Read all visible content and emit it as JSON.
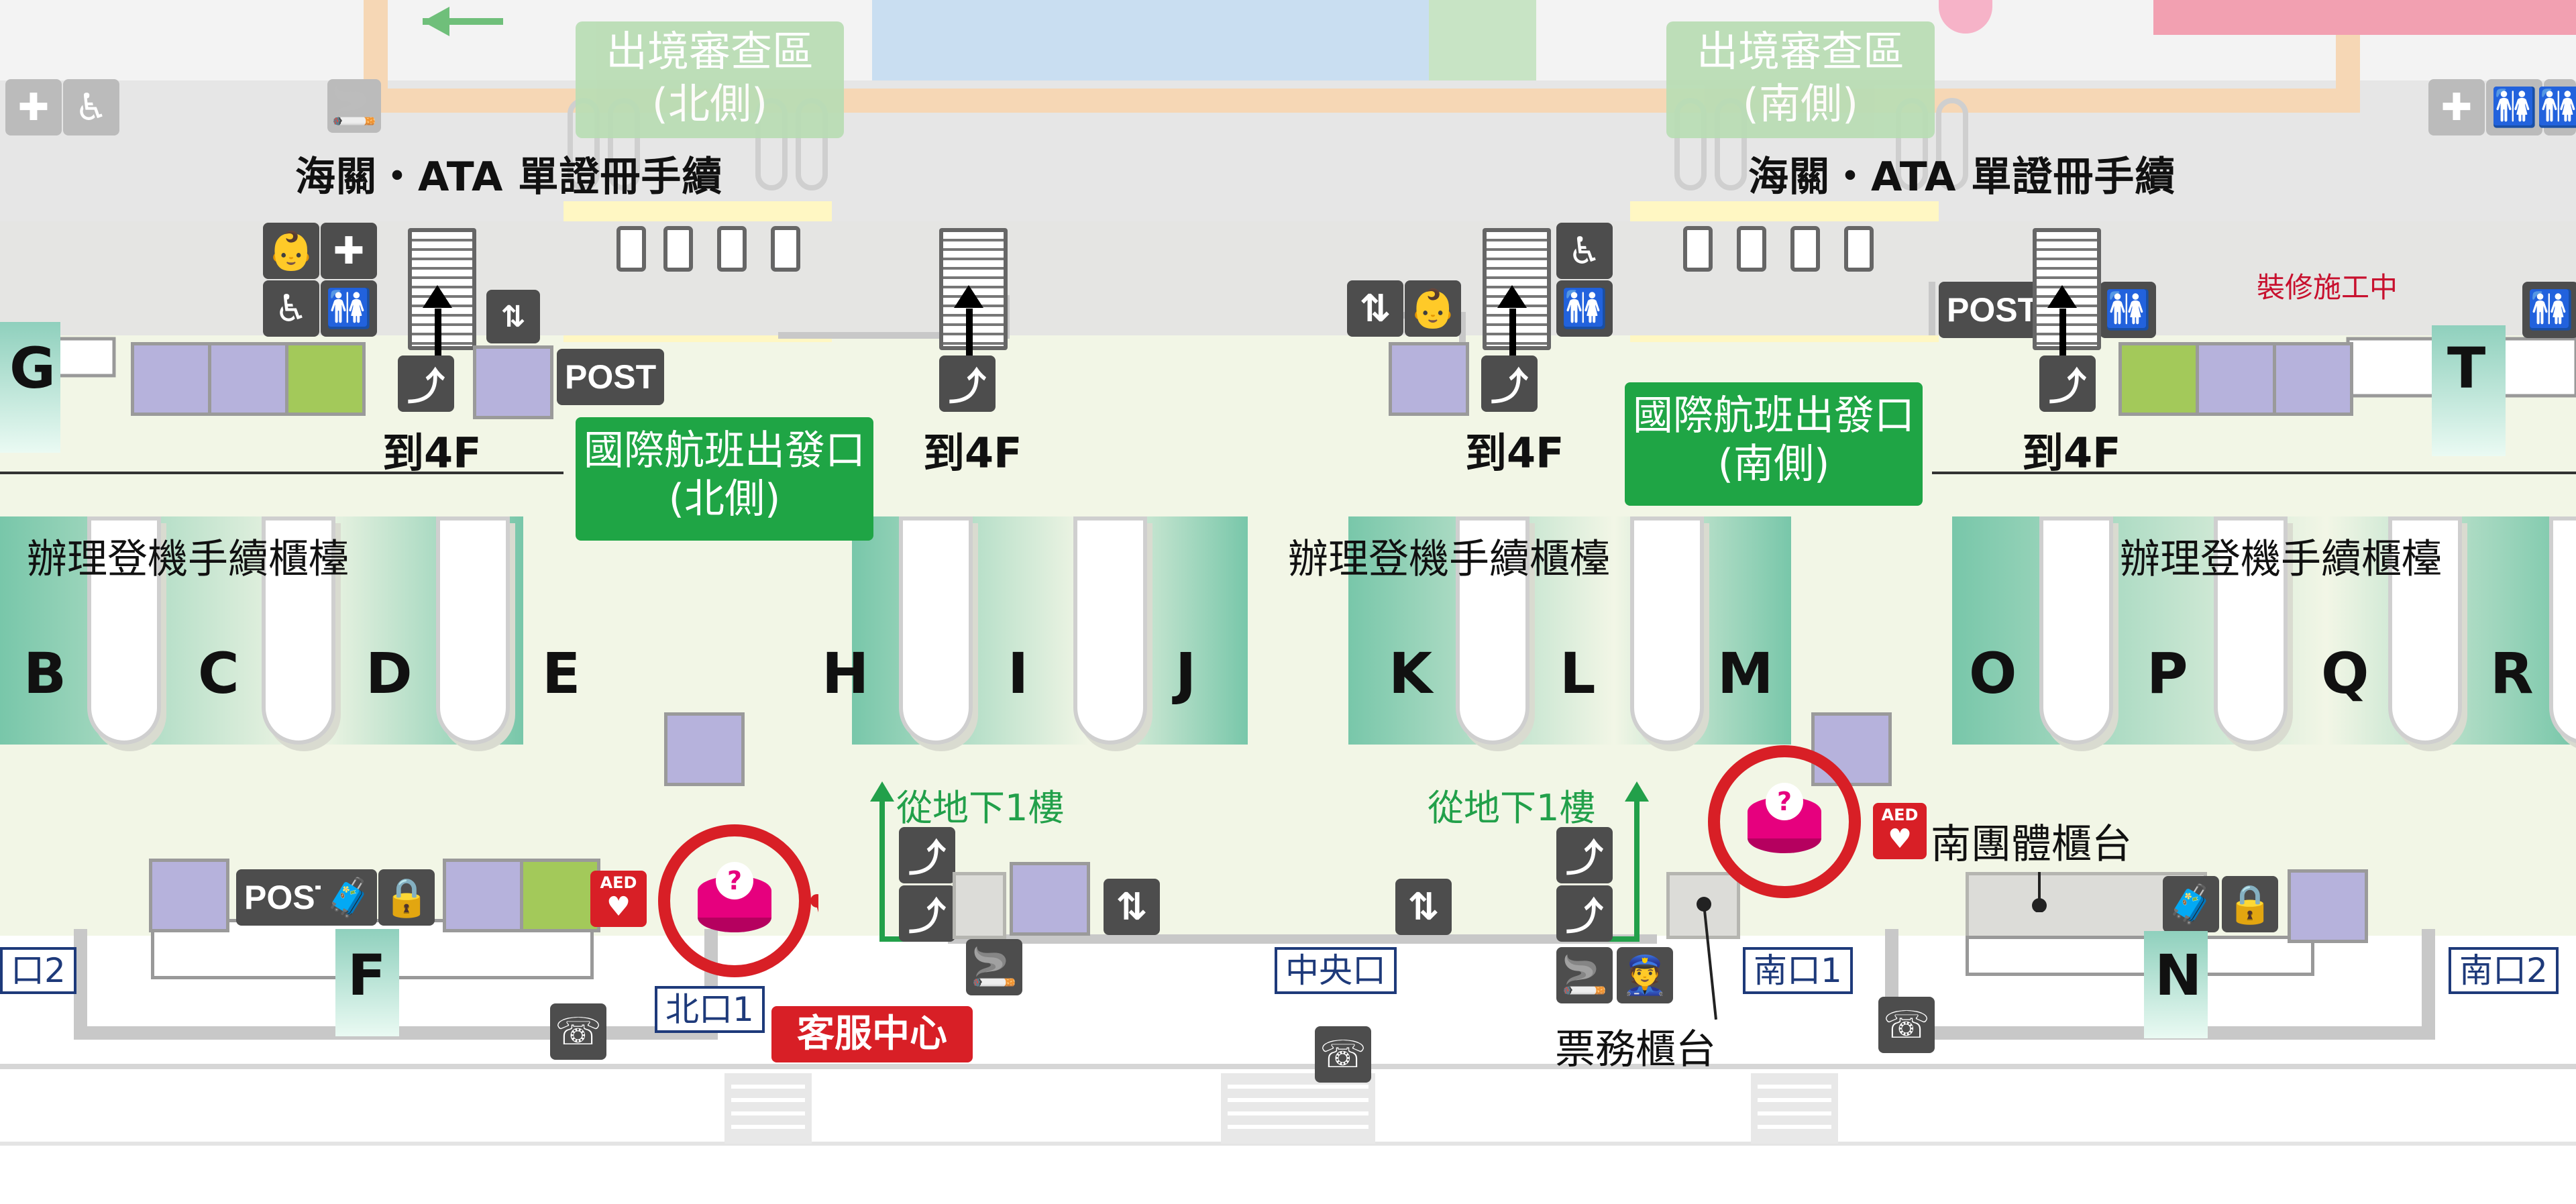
{
  "colors": {
    "counter_zone": "#4ab58d",
    "floor": "#f2f6e6",
    "corridor": "#e2e2e2",
    "green_sign": "#1fa545",
    "customer_service_red": "#d81f26",
    "info_magenta": "#e6007e",
    "purple_kiosk": "#b6b2dc",
    "green_kiosk": "#a3c95a",
    "exit_label_blue": "#1e3a7a"
  },
  "top": {
    "immigration_north": [
      "出境審查區",
      "(北側)"
    ],
    "immigration_south": [
      "出境審查區",
      "(南側)"
    ],
    "customs_left": "海關・ATA 單證冊手續",
    "customs_right": "海關・ATA 單證冊手續",
    "renovation_notice": "裝修施工中"
  },
  "departure_gates": {
    "north": [
      "國際航班出發口",
      "(北側)"
    ],
    "south": [
      "國際航班出發口",
      "(南側)"
    ]
  },
  "check_in_label": "辦理登機手續櫃檯",
  "to_4f": "到4F",
  "from_b1": "從地下1樓",
  "post": "POST",
  "aed": "AED",
  "counter_letters": {
    "G": "G",
    "T": "T",
    "B": "B",
    "C": "C",
    "D": "D",
    "E": "E",
    "H": "H",
    "I": "I",
    "J": "J",
    "K": "K",
    "L": "L",
    "M": "M",
    "O": "O",
    "P": "P",
    "Q": "Q",
    "R": "R",
    "F": "F",
    "N": "N"
  },
  "exits": {
    "south2_left_partial": "口2",
    "north1": "北口1",
    "central": "中央口",
    "south1": "南口1",
    "south2": "南口2"
  },
  "labels": {
    "customer_service": "客服中心",
    "ticket_counter": "票務櫃台",
    "south_group_counter": "南團體櫃台"
  },
  "icons": {
    "info_question": "question-mark",
    "phone_info": "phone-question",
    "restroom": "restroom",
    "accessible": "wheelchair",
    "first_aid": "first-aid",
    "baby_room": "baby-care",
    "smoking": "smoking-area",
    "elevator": "elevator",
    "escalator": "escalator",
    "luggage_wrap": "baggage-wrap",
    "locker": "coin-locker",
    "security_staff": "staff"
  }
}
